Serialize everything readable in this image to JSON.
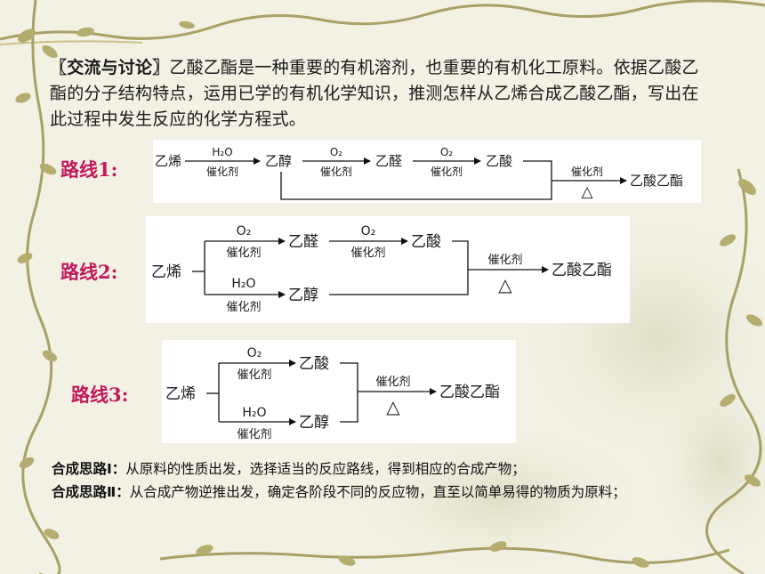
{
  "intro": {
    "heading": "〖交流与讨论〗",
    "body": "乙酸乙酯是一种重要的有机溶剂，也重要的有机化工原料。依据乙酸乙酯的分子结构特点，运用已学的有机化学知识，推测怎样从乙烯合成乙酸乙酯，写出在此过程中发生反应的化学方程式。"
  },
  "routes": [
    {
      "label": "路线1:",
      "steps": [
        {
          "from": "乙烯",
          "reagent": "H₂O",
          "condition": "催化剂",
          "to": "乙醇"
        },
        {
          "reagent": "O₂",
          "condition": "催化剂",
          "to": "乙醛"
        },
        {
          "reagent": "O₂",
          "condition": "催化剂",
          "to": "乙酸"
        }
      ],
      "final": {
        "condition": "催化剂",
        "heat": "△",
        "product": "乙酸乙酯"
      }
    },
    {
      "label": "路线2:",
      "start": "乙烯",
      "upper": [
        {
          "reagent": "O₂",
          "condition": "催化剂",
          "to": "乙醛"
        },
        {
          "reagent": "O₂",
          "condition": "催化剂",
          "to": "乙酸"
        }
      ],
      "lower": {
        "reagent": "H₂O",
        "condition": "催化剂",
        "to": "乙醇"
      },
      "final": {
        "condition": "催化剂",
        "heat": "△",
        "product": "乙酸乙酯"
      }
    },
    {
      "label": "路线3:",
      "start": "乙烯",
      "upper": {
        "reagent": "O₂",
        "condition": "催化剂",
        "to": "乙酸"
      },
      "lower": {
        "reagent": "H₂O",
        "condition": "催化剂",
        "to": "乙醇"
      },
      "final": {
        "condition": "催化剂",
        "heat": "△",
        "product": "乙酸乙酯"
      }
    }
  ],
  "notes": [
    {
      "label": "合成思路Ⅰ：",
      "text": "从原料的性质出发，选择适当的反应路线，得到相应的合成产物；"
    },
    {
      "label": "合成思路Ⅱ：",
      "text": "从合成产物逆推出发，确定各阶段不同的反应物，直至以简单易得的物质为原料；"
    }
  ]
}
